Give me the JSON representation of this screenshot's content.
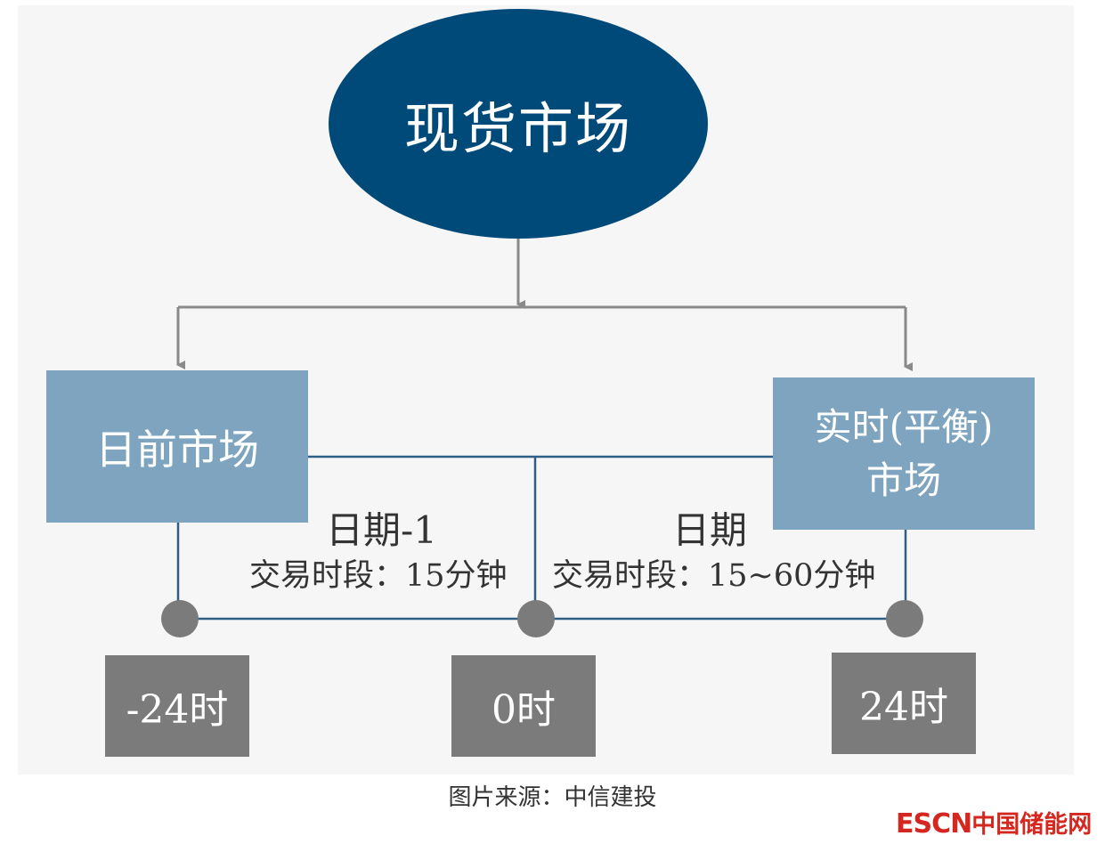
{
  "diagram": {
    "root": "现货市场",
    "left_market": "日前市场",
    "right_market_line1": "实时(平衡)",
    "right_market_line2": "市场",
    "left_period": {
      "title": "日期-1",
      "detail": "交易时段：15分钟"
    },
    "right_period": {
      "title": "日期",
      "detail": "交易时段：15~60分钟"
    },
    "timeline": [
      "-24时",
      "0时",
      "24时"
    ],
    "colors": {
      "root": "#004a7a",
      "market_box": "#7ea4bf",
      "time_box": "#7b7b7b",
      "connector": "#2f5f86",
      "arrow": "#8a8a8a"
    }
  },
  "caption": "图片来源：中信建投",
  "logo": {
    "en": "ESCN",
    "cn": "中国储能网"
  }
}
